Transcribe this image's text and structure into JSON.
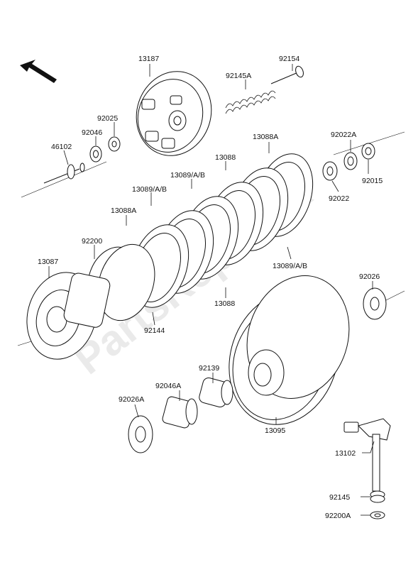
{
  "watermark": "PartsRepublik",
  "labels": {
    "p13187": "13187",
    "p92154": "92154",
    "p92145A": "92145A",
    "p92025": "92025",
    "p92046": "92046",
    "p46102": "46102",
    "p13088A_top": "13088A",
    "p92022A": "92022A",
    "p13088_top": "13088",
    "p13089AB_top": "13089/A/B",
    "p13089AB_mid": "13089/A/B",
    "p92022": "92022",
    "p92015": "92015",
    "p13088A_left": "13088A",
    "p92200": "92200",
    "p13087": "13087",
    "p13089AB_right": "13089/A/B",
    "p92026": "92026",
    "p13088_bottom": "13088",
    "p92144": "92144",
    "p92139": "92139",
    "p92046A": "92046A",
    "p92026A": "92026A",
    "p13095": "13095",
    "p13102": "13102",
    "p92145": "92145",
    "p92200A": "92200A"
  }
}
